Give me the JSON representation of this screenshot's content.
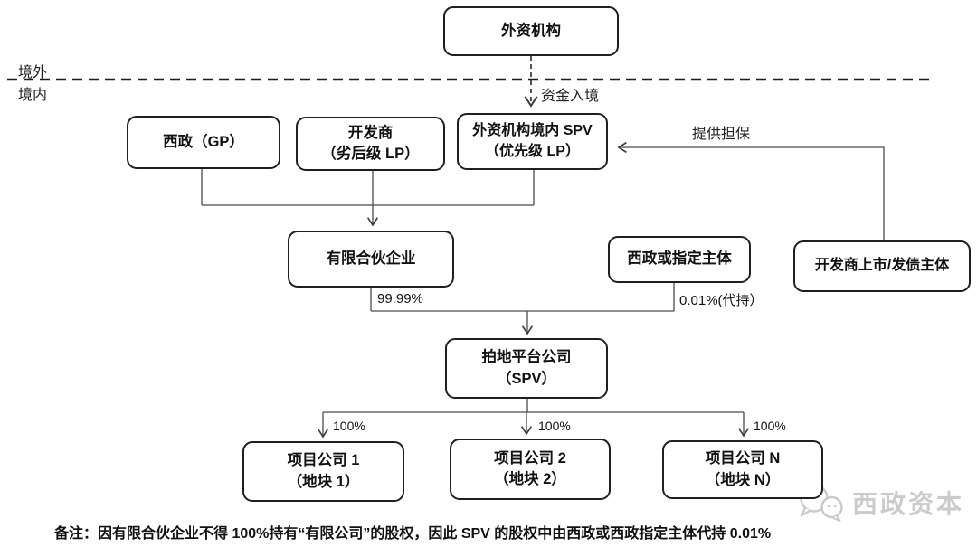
{
  "diagram": {
    "boundary": {
      "offshore_label": "境外",
      "onshore_label": "境内"
    },
    "nodes": {
      "foreign_institution": {
        "label": "外资机构"
      },
      "xizheng_gp": {
        "label": "西政（GP）"
      },
      "developer_lp": {
        "line1": "开发商",
        "line2": "（劣后级 LP）"
      },
      "onshore_spv": {
        "line1": "外资机构境内 SPV",
        "line2": "（优先级 LP）"
      },
      "limited_partnership": {
        "label": "有限合伙企业"
      },
      "xizheng_or_designated": {
        "label": "西政或指定主体"
      },
      "developer_listed_entity": {
        "label": "开发商上市/发债主体"
      },
      "land_platform": {
        "line1": "拍地平台公司",
        "line2": "（SPV）"
      },
      "project_1": {
        "line1": "项目公司 1",
        "line2": "（地块 1）"
      },
      "project_2": {
        "line1": "项目公司 2",
        "line2": "（地块 2）"
      },
      "project_n": {
        "line1": "项目公司 N",
        "line2": "（地块 N）"
      }
    },
    "edge_labels": {
      "capital_entry": "资金入境",
      "guarantee": "提供担保",
      "lp_equity": "99.99%",
      "nominee_equity": "0.01%(代持）",
      "project_1_equity": "100%",
      "project_2_equity": "100%",
      "project_n_equity": "100%"
    },
    "note": "备注：因有限合伙企业不得 100%持有“有限公司”的股权，因此 SPV 的股权中由西政或西政指定主体代持 0.01%",
    "watermark": {
      "brand": "西政资本"
    }
  },
  "colors": {
    "line": "#3f3f3f",
    "dashed_boundary": "#1c1c1c",
    "box_border": "#1f1f1f",
    "watermark": "#cbcbcb",
    "text": "#111111"
  }
}
